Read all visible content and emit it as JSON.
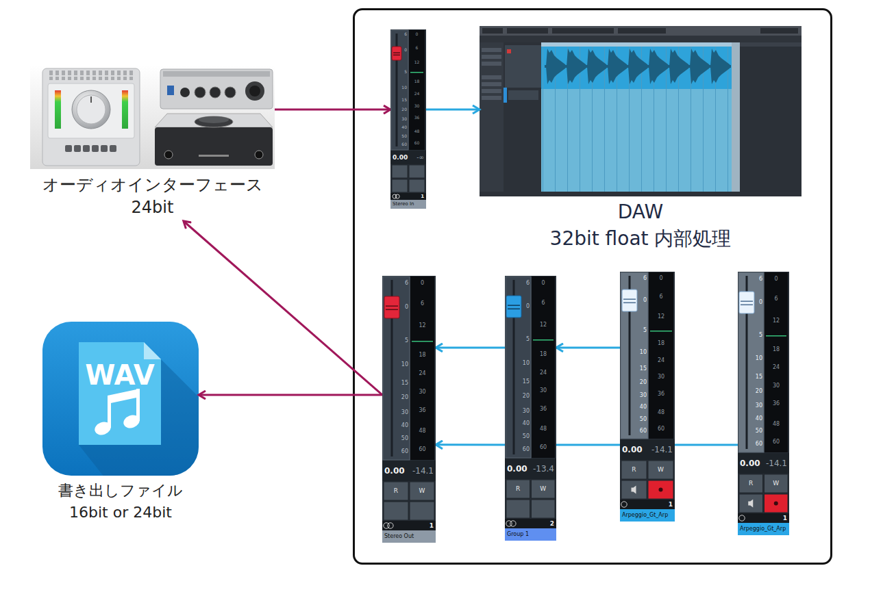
{
  "diagram": {
    "nodes": [
      {
        "text": [
          "オーディオインターフェース",
          "24bit"
        ]
      },
      {
        "text": [
          "0.00",
          "-∞",
          "1",
          "Stereo In",
          "6",
          "0",
          "5",
          "10",
          "15",
          "20",
          "30",
          "40",
          "50",
          "60",
          "0",
          "6",
          "12",
          "18",
          "24",
          "30",
          "36",
          "48",
          "60"
        ]
      },
      {
        "text": [
          "DAW",
          "32bit float 内部処理"
        ]
      },
      {
        "text": [
          "WAV",
          "書き出しファイル",
          "16bit or 24bit"
        ]
      },
      {
        "text": [
          "0.00",
          "-14.1",
          "R",
          "W",
          "1",
          "Stereo Out",
          "6",
          "0",
          "5",
          "10",
          "15",
          "20",
          "30",
          "40",
          "50",
          "60",
          "0",
          "6",
          "12",
          "18",
          "24",
          "30",
          "36",
          "48",
          "60"
        ]
      },
      {
        "text": [
          "0.00",
          "-13.4",
          "R",
          "W",
          "2",
          "Group 1",
          "6",
          "0",
          "5",
          "10",
          "15",
          "20",
          "30",
          "40",
          "50",
          "60",
          "0",
          "6",
          "12",
          "18",
          "24",
          "30",
          "36",
          "48",
          "60"
        ]
      },
      {
        "text": [
          "0.00",
          "-14.1",
          "R",
          "W",
          "1",
          "Arpeggio_Gt_Arp",
          "6",
          "0",
          "5",
          "10",
          "15",
          "20",
          "30",
          "40",
          "50",
          "60",
          "0",
          "6",
          "12",
          "18",
          "24",
          "30",
          "36",
          "48",
          "60"
        ]
      },
      {
        "text": [
          "0.00",
          "-14.1",
          "R",
          "W",
          "1",
          "Arpeggio_Gt_Arp",
          "6",
          "0",
          "5",
          "10",
          "15",
          "20",
          "30",
          "40",
          "50",
          "60",
          "0",
          "6",
          "12",
          "18",
          "24",
          "30",
          "36",
          "48",
          "60"
        ]
      }
    ],
    "edges": [
      {
        "from": 0,
        "to": 1,
        "arrow": "to"
      },
      {
        "from": 1,
        "to": 2,
        "arrow": "to"
      },
      {
        "from": 6,
        "to": 5,
        "arrow": "to"
      },
      {
        "from": 5,
        "to": 4,
        "arrow": "to"
      },
      {
        "from": 7,
        "to": 4,
        "arrow": "to"
      },
      {
        "from": 4,
        "to": 3,
        "arrow": "to"
      },
      {
        "from": 4,
        "to": 0,
        "arrow": "to"
      }
    ]
  }
}
